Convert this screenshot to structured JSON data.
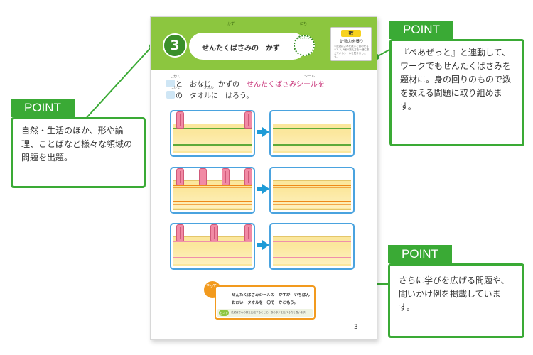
{
  "worksheet": {
    "ruby_top_left": "かず",
    "ruby_top_right": "にち",
    "problem_number": "3",
    "title": "せんたくばさみの　かず",
    "title_mark": "にこにこ",
    "skill_tag": "数",
    "skill_label": "計数力を養う",
    "skill_desc": "①洗濯ばさみを数字と合わせる ②1, 2, 3個の数え方を一緒に数えてからシールを貼りましょう。",
    "ruby_line1_a": "しかく",
    "ruby_line1_b": "シール",
    "instruction_line1_a": "と　おなじ　かずの　",
    "instruction_line1_hl": "せんたくばさみシールを",
    "ruby_line2_a": "しかく",
    "ruby_line2_b": "タオル",
    "instruction_line2": "の　タオルに　はろう。",
    "rows": [
      {
        "pins": 2,
        "stripe_color": "#5daa3a"
      },
      {
        "pins": 4,
        "stripe_color": "#ee8a1a"
      },
      {
        "pins": 3,
        "stripe_color": "#ef8faa"
      }
    ],
    "mascot_label": "やって",
    "bottom_line1": "せんたくばさみシールの　かずが　いちばん",
    "bottom_line2": "おおい　タオルを　〇で　かこもう。",
    "hint_badge": "ヒント",
    "hint_text": "洗濯ばさみの数を比較することで、数の多少を比べる力を養います。",
    "page_number": "3"
  },
  "callouts": {
    "tab_label": "POINT",
    "left_text": "自然・生活のほか、形や論理、ことばなど様々な領域の問題を出題。",
    "top_right_text": "『ぺあぜっと』と連動して、ワークでもせんたくばさみを題材に。身の回りのもので数を数える問題に取り組めます。",
    "bottom_right_text": "さらに学びを広げる問題や、問いかけ例を掲載しています。"
  },
  "colors": {
    "accent_green": "#3aaa35",
    "header_green": "#8cc63f",
    "panel_blue": "#4aa3df",
    "arrow_blue": "#1e9bd7",
    "pin_pink": "#f18aa5",
    "bottom_orange": "#f29a1e"
  }
}
